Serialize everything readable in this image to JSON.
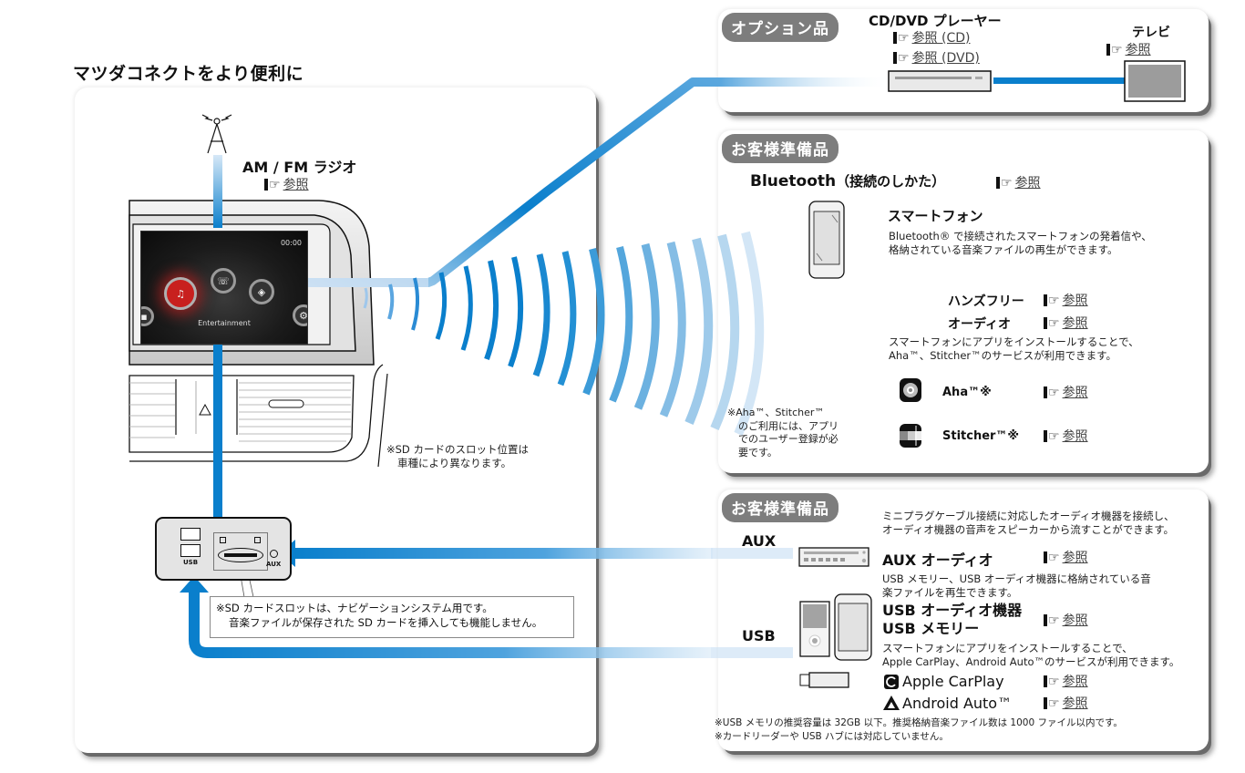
{
  "title": "マツダコネクトをより便利に",
  "ref_link": "参照",
  "main": {
    "radio": {
      "label": "AM / FM ラジオ",
      "ref": "参照"
    },
    "screen": {
      "time": "00:00",
      "caption": "Entertainment"
    },
    "usb_hub": {
      "usb_label": "USB",
      "aux_label": "AUX"
    },
    "sd_slot_note": [
      "※SD カードのスロット位置は",
      "車種により異なります。"
    ],
    "sd_card_note": [
      "※SD カードスロットは、ナビゲーションシステム用です。",
      "音楽ファイルが保存された SD カードを挿入しても機能しません。"
    ]
  },
  "option_panel": {
    "badge": "オプション品",
    "cd_dvd": {
      "title": "CD/DVD プレーヤー",
      "refs": [
        "参照 (CD)",
        "参照 (DVD)"
      ]
    },
    "tv": {
      "title": "テレビ",
      "ref": "参照"
    }
  },
  "bluetooth_panel": {
    "badge": "お客様準備品",
    "heading": "Bluetooth",
    "heading_sub": "（接続のしかた）",
    "heading_ref": "参照",
    "smartphone": {
      "title": "スマートフォン",
      "desc": [
        "Bluetooth® で接続されたスマートフォンの発着信や、",
        "格納されている音楽ファイルの再生ができます。"
      ],
      "items": [
        {
          "label": "ハンズフリー",
          "ref": "参照"
        },
        {
          "label": "オーディオ",
          "ref": "参照"
        }
      ]
    },
    "apps_desc": [
      "スマートフォンにアプリをインストールすることで、",
      "Aha™、Stitcher™のサービスが利用できます。"
    ],
    "apps": [
      {
        "label": "Aha™※",
        "icon": "aha-app-icon",
        "ref": "参照"
      },
      {
        "label": "Stitcher™※",
        "icon": "stitcher-app-icon",
        "ref": "参照"
      }
    ],
    "apps_note": [
      "※Aha™、Stitcher™",
      "のご利用には、アプリ",
      "でのユーザー登録が必",
      "要です。"
    ]
  },
  "usb_panel": {
    "badge": "お客様準備品",
    "aux": {
      "label": "AUX",
      "desc": [
        "ミニプラグケーブル接続に対応したオーディオ機器を接続し、",
        "オーディオ機器の音声をスピーカーから流すことができます。"
      ],
      "item": "AUX オーディオ",
      "ref": "参照"
    },
    "usb": {
      "label": "USB",
      "desc": [
        "USB メモリー、USB オーディオ機器に格納されている音",
        "楽ファイルを再生できます。"
      ],
      "items": [
        "USB オーディオ機器",
        "USB メモリー"
      ],
      "ref": "参照",
      "apps_desc": [
        "スマートフォンにアプリをインストールすることで、",
        "Apple CarPlay、Android Auto™のサービスが利用できます。"
      ],
      "apps": [
        {
          "label": "Apple CarPlay",
          "icon": "carplay-icon",
          "ref": "参照"
        },
        {
          "label": "Android Auto™",
          "icon": "android-auto-icon",
          "ref": "参照"
        }
      ]
    },
    "notes": [
      "※USB メモリの推奨容量は 32GB 以下。推奨格納音楽ファイル数は 1000 ファイル以内です。",
      "※カードリーダーや USB ハブには対応していません。"
    ]
  },
  "colors": {
    "accent_blue": "#0a7fcc",
    "badge_gray": "#7d7d7d",
    "light_blue": "#b9d6f0"
  }
}
